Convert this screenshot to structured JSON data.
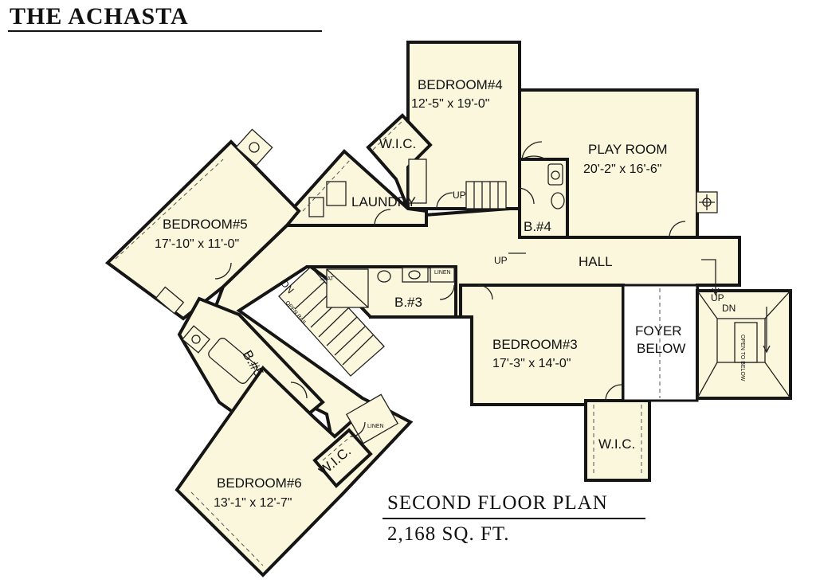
{
  "header": {
    "title": "THE ACHASTA"
  },
  "plan": {
    "caption": "SECOND FLOOR PLAN",
    "area": "2,168 SQ. FT."
  },
  "rooms": {
    "bedroom4": {
      "name": "BEDROOM#4",
      "dims": "12'-5\" x 19'-0\""
    },
    "playroom": {
      "name": "PLAY ROOM",
      "dims": "20'-2\" x 16'-6\""
    },
    "bedroom5": {
      "name": "BEDROOM#5",
      "dims": "17'-10\" x 11'-0\""
    },
    "bedroom3": {
      "name": "BEDROOM#3",
      "dims": "17'-3\" x 14'-0\""
    },
    "bedroom6": {
      "name": "BEDROOM#6",
      "dims": "13'-1\" x 12'-7\""
    },
    "laundry": "LAUNDRY",
    "hall": "HALL",
    "bath4": "B.#4",
    "bath3": "B.#3",
    "bath5": "B.#5",
    "foyer_line1": "FOYER",
    "foyer_line2": "BELOW",
    "wic_top": "W.I.C.",
    "wic_b3": "W.I.C.",
    "wic_b6": "W.I.C."
  },
  "annotations": {
    "up_b4": "UP",
    "up_hall": "UP",
    "up_stair": "UP",
    "dn_stair": "DN",
    "dn_main": "DN",
    "seat": "SEAT",
    "linen_b3": "LINEN",
    "linen_hall": "LINEN",
    "open_rail": "OPEN RAIL",
    "open_below": "OPEN TO BELOW"
  }
}
